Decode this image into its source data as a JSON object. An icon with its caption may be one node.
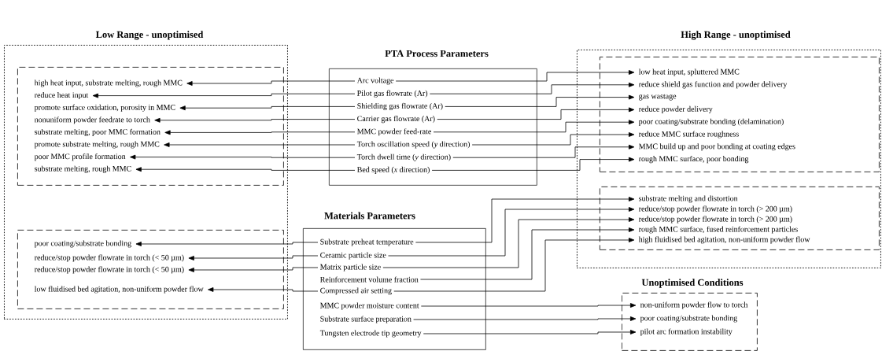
{
  "diagram": {
    "nodes": [
      {
        "text": [
          "Low Range - unoptimised"
        ]
      },
      {
        "text": [],
        "shape": "box",
        "in": 0
      },
      {
        "text": [
          "high heat input, substrate melting, rough MMC"
        ],
        "in": 1
      },
      {
        "text": [
          "reduce heat input"
        ],
        "in": 1
      },
      {
        "text": [
          "promote surface oxidation, porosity in MMC"
        ],
        "in": 1
      },
      {
        "text": [
          "nonuniform powder feedrate to torch"
        ],
        "in": 1
      },
      {
        "text": [
          "substrate melting, poor MMC formation"
        ],
        "in": 1
      },
      {
        "text": [
          "promote substrate melting, rough MMC"
        ],
        "in": 1
      },
      {
        "text": [
          "poor MMC profile formation"
        ],
        "in": 1
      },
      {
        "text": [
          "substrate melting, rough MMC"
        ],
        "in": 1
      },
      {
        "text": [],
        "shape": "box",
        "in": 0
      },
      {
        "text": [
          "poor coating/substrate bonding"
        ],
        "in": 10
      },
      {
        "text": [
          "reduce/stop powder flowrate in torch (< 50 µm)"
        ],
        "in": 10
      },
      {
        "text": [
          "reduce/stop powder flowrate in torch (< 50 µm)"
        ],
        "in": 10
      },
      {
        "text": [
          "low fluidised bed agitation, non-uniform powder flow"
        ],
        "in": 10
      },
      {
        "text": [
          "PTA Process Parameters"
        ]
      },
      {
        "text": [
          "Arc voltage"
        ],
        "in": 15
      },
      {
        "text": [
          "Pilot gas flowrate (Ar)"
        ],
        "in": 15
      },
      {
        "text": [
          "Shielding gas flowrate (Ar)"
        ],
        "in": 15
      },
      {
        "text": [
          "Carrier gas flowrate (Ar)"
        ],
        "in": 15
      },
      {
        "text": [
          "MMC powder feed-rate"
        ],
        "in": 15
      },
      {
        "text": [
          "Torch oscillation speed (*y* direction)"
        ],
        "in": 15
      },
      {
        "text": [
          "Torch dwell time (*y* direction)"
        ],
        "in": 15
      },
      {
        "text": [
          "Bed speed (*x* direction)"
        ],
        "in": 15
      },
      {
        "text": [
          "Materials Parameters"
        ]
      },
      {
        "text": [
          "Substrate preheat temperature"
        ],
        "in": 24
      },
      {
        "text": [
          "Ceramic particle size"
        ],
        "in": 24
      },
      {
        "text": [
          "Matrix particle size"
        ],
        "in": 24
      },
      {
        "text": [
          "Reinforcement volume fraction"
        ],
        "in": 24
      },
      {
        "text": [
          "Compressed air setting"
        ],
        "in": 24
      },
      {
        "text": [
          "MMC powder moisture content"
        ],
        "in": 24
      },
      {
        "text": [
          "Substrate surface preparation"
        ],
        "in": 24
      },
      {
        "text": [
          "Tungsten electrode tip geometry"
        ],
        "in": 24
      },
      {
        "text": [
          "High Range - unoptimised"
        ]
      },
      {
        "text": [],
        "shape": "box",
        "in": 33
      },
      {
        "text": [
          "low heat input, spluttered MMC"
        ],
        "in": 34
      },
      {
        "text": [
          "reduce shield gas function and powder delivery"
        ],
        "in": 34
      },
      {
        "text": [
          "gas wastage"
        ],
        "in": 34
      },
      {
        "text": [
          "reduce powder delivery"
        ],
        "in": 34
      },
      {
        "text": [
          "poor coating/substrate bonding (delamination)"
        ],
        "in": 34
      },
      {
        "text": [
          "reduce MMC surface roughness"
        ],
        "in": 34
      },
      {
        "text": [
          "MMC build up and poor bonding at coating edges"
        ],
        "in": 34
      },
      {
        "text": [
          "rough MMC surface, poor bonding"
        ],
        "in": 34
      },
      {
        "text": [],
        "shape": "box",
        "in": 33
      },
      {
        "text": [
          "substrate melting and distortion"
        ],
        "in": 43
      },
      {
        "text": [
          "reduce/stop powder flowrate in torch (> 200 µm)"
        ],
        "in": 43
      },
      {
        "text": [
          "reduce/stop powder flowrate in torch (> 200 µm)"
        ],
        "in": 43
      },
      {
        "text": [
          "rough MMC surface, fused reinforcement particles"
        ],
        "in": 43
      },
      {
        "text": [
          "high fluidised bed agitation, non-uniform powder flow"
        ],
        "in": 43
      },
      {
        "text": [
          "Unoptimised Conditions"
        ]
      },
      {
        "text": [
          "non-uniform powder flow to torch"
        ],
        "in": 49
      },
      {
        "text": [
          "poor coating/substrate bonding"
        ],
        "in": 49
      },
      {
        "text": [
          "pilot arc formation instability"
        ],
        "in": 49
      }
    ],
    "edges": [
      {
        "from": 16,
        "to": 2,
        "arrow": "to"
      },
      {
        "from": 17,
        "to": 3,
        "arrow": "to"
      },
      {
        "from": 18,
        "to": 4,
        "arrow": "to"
      },
      {
        "from": 19,
        "to": 5,
        "arrow": "to"
      },
      {
        "from": 20,
        "to": 6,
        "arrow": "to"
      },
      {
        "from": 21,
        "to": 7,
        "arrow": "to"
      },
      {
        "from": 22,
        "to": 8,
        "arrow": "to"
      },
      {
        "from": 23,
        "to": 9,
        "arrow": "to"
      },
      {
        "from": 16,
        "to": 35,
        "arrow": "to"
      },
      {
        "from": 17,
        "to": 36,
        "arrow": "to"
      },
      {
        "from": 18,
        "to": 37,
        "arrow": "to"
      },
      {
        "from": 19,
        "to": 38,
        "arrow": "to"
      },
      {
        "from": 20,
        "to": 39,
        "arrow": "to"
      },
      {
        "from": 21,
        "to": 40,
        "arrow": "to"
      },
      {
        "from": 22,
        "to": 41,
        "arrow": "to"
      },
      {
        "from": 23,
        "to": 42,
        "arrow": "to"
      },
      {
        "from": 25,
        "to": 11,
        "arrow": "to"
      },
      {
        "from": 26,
        "to": 12,
        "arrow": "to"
      },
      {
        "from": 27,
        "to": 13,
        "arrow": "to"
      },
      {
        "from": 29,
        "to": 14,
        "arrow": "to"
      },
      {
        "from": 25,
        "to": 44,
        "arrow": "to"
      },
      {
        "from": 26,
        "to": 45,
        "arrow": "to"
      },
      {
        "from": 27,
        "to": 46,
        "arrow": "to"
      },
      {
        "from": 28,
        "to": 47,
        "arrow": "to"
      },
      {
        "from": 29,
        "to": 48,
        "arrow": "to"
      },
      {
        "from": 30,
        "to": 50,
        "arrow": "to"
      },
      {
        "from": 31,
        "to": 51,
        "arrow": "to"
      },
      {
        "from": 32,
        "to": 52,
        "arrow": "to"
      }
    ]
  }
}
